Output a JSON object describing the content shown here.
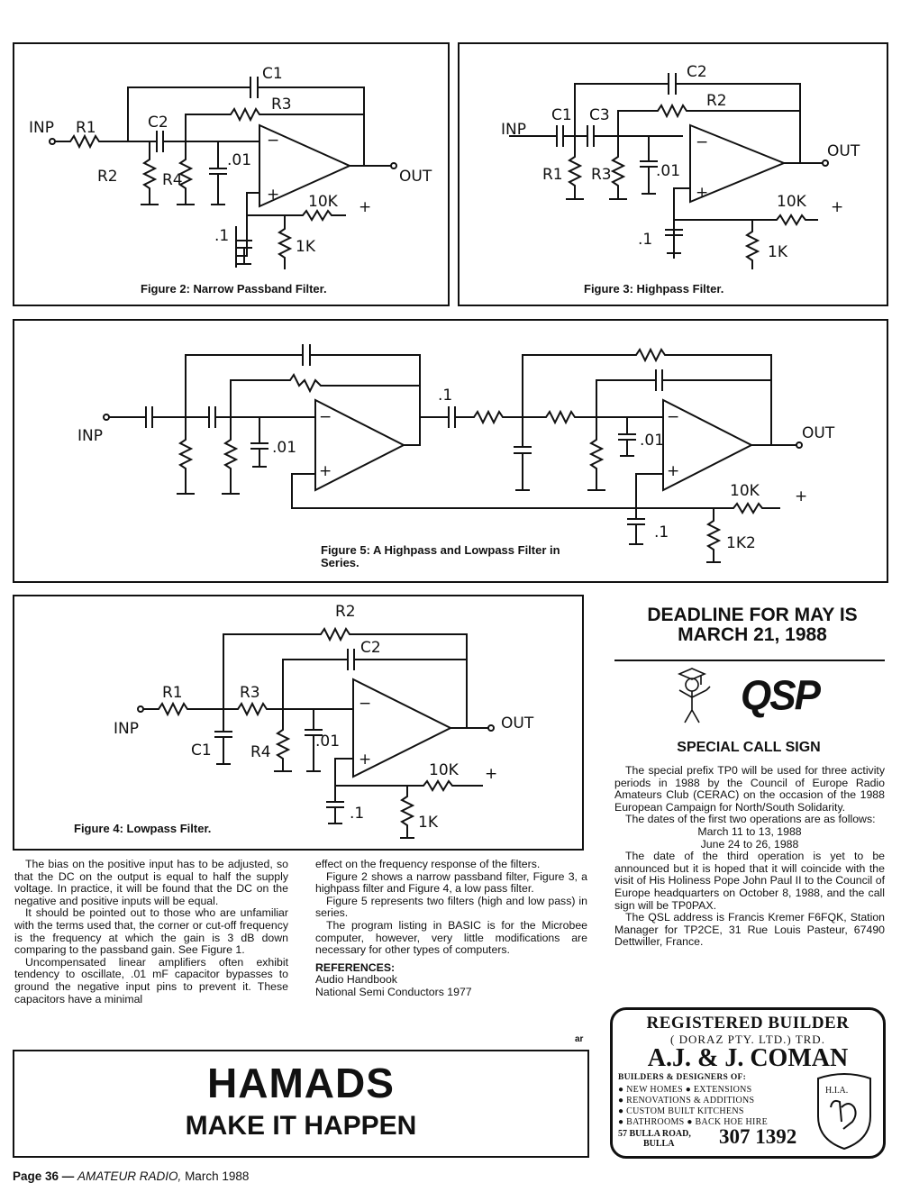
{
  "figures": {
    "fig2": {
      "caption": "Figure 2: Narrow Passband Filter.",
      "labels": {
        "c1": "C1",
        "r3": "R3",
        "inp": "INP",
        "r1": "R1",
        "c2": "C2",
        "r2": "R2",
        "r4": "R4",
        "c01": ".01",
        "minus": "−",
        "plus": "+",
        "out": "OUT",
        "r10k": "10K",
        "pos": "+",
        "c1uf": ".1",
        "r1k": "1K"
      }
    },
    "fig3": {
      "caption": "Figure 3: Highpass Filter.",
      "labels": {
        "c2": "C2",
        "r2": "R2",
        "inp": "INP",
        "c1": "C1",
        "c3": "C3",
        "r1": "R1",
        "r3": "R3",
        "c01": ".01",
        "minus": "−",
        "plus": "+",
        "out": "OUT",
        "r10k": "10K",
        "pos": "+",
        "c1uf": ".1",
        "r1k": "1K"
      }
    },
    "fig5": {
      "caption": "Figure 5: A Highpass and Lowpass Filter in Series.",
      "labels": {
        "inp": "INP",
        "c01a": ".01",
        "c1a": ".1",
        "c01b": ".01",
        "out": "OUT",
        "r10k": "10K",
        "pos": "+",
        "c1b": ".1",
        "r1k2": "1K2",
        "minus": "−",
        "plus": "+"
      }
    },
    "fig4": {
      "caption": "Figure 4: Lowpass Filter.",
      "labels": {
        "r2": "R2",
        "c2": "C2",
        "r1": "R1",
        "r3": "R3",
        "inp": "INP",
        "c1": "C1",
        "r4": "R4",
        "c01": ".01",
        "minus": "−",
        "plus": "+",
        "out": "OUT",
        "r10k": "10K",
        "pos": "+",
        "c1uf": ".1",
        "r1k": "1K"
      }
    }
  },
  "article": {
    "col1": [
      "The bias on the positive input has to be adjusted, so that the DC on the output is equal to half the supply voltage. In practice, it will be found that the DC on the negative and positive inputs will be equal.",
      "It should be pointed out to those who are unfamiliar with the terms used that, the corner or cut-off frequency is the frequency at which the gain is 3 dB down comparing to the passband gain. See Figure 1.",
      "Uncompensated linear amplifiers often exhibit tendency to oscillate, .01 mF capacitor bypasses to ground the negative input pins to prevent it. These capacitors have a minimal"
    ],
    "col2": [
      "effect on the frequency response of the filters.",
      "Figure 2 shows a narrow passband filter, Figure 3, a highpass filter and Figure 4, a low pass filter.",
      "Figure 5 represents two filters (high and low pass) in series.",
      "The program listing in BASIC is for the Microbee computer, however, very little modifications are necessary for other types of computers."
    ],
    "references_heading": "REFERENCES:",
    "references": [
      "Audio Handbook",
      "National Semi Conductors 1977"
    ],
    "end_mark": "ar"
  },
  "deadline": {
    "line1": "DEADLINE FOR MAY IS",
    "line2": "MARCH 21, 1988"
  },
  "qsp": {
    "logo": "QSP",
    "heading": "SPECIAL CALL SIGN",
    "p1": "The special prefix TP0 will be used for three activity periods in 1988 by the Council of Europe Radio Amateurs Club (CERAC) on the occasion of the 1988 European Campaign for North/South Solidarity.",
    "p2": "The dates of the first two operations are as follows:",
    "dates": [
      "March 11 to 13, 1988",
      "June 24 to 26, 1988"
    ],
    "p3": "The date of the third operation is yet to be announced but it is hoped that it will coincide with the visit of His Holiness Pope John Paul II to the Council of Europe headquarters on October 8, 1988, and the call sign will be TP0PAX.",
    "p4": "The QSL address is Francis Kremer F6FQK, Station Manager for TP2CE, 31 Rue Louis Pasteur, 67490 Dettwiller, France."
  },
  "ads": {
    "hamads": {
      "title": "HAMADS",
      "slogan": "MAKE IT HAPPEN"
    },
    "builder": {
      "line1": "REGISTERED BUILDER",
      "line2": "( DORAZ PTY. LTD.)  TRD.",
      "name": "A.J. & J. COMAN",
      "tag": "BUILDERS & DESIGNERS OF:",
      "services": [
        "● NEW HOMES   ● EXTENSIONS",
        "● RENOVATIONS & ADDITIONS",
        "● CUSTOM BUILT KITCHENS",
        "● BATHROOMS   ● BACK HOE HIRE"
      ],
      "address1": "57 BULLA ROAD,",
      "address2": "BULLA",
      "phone": "307 1392",
      "badge": "H.I.A."
    }
  },
  "footer": {
    "page": "Page 36 — ",
    "magazine": "AMATEUR RADIO,",
    "date": " March 1988"
  }
}
